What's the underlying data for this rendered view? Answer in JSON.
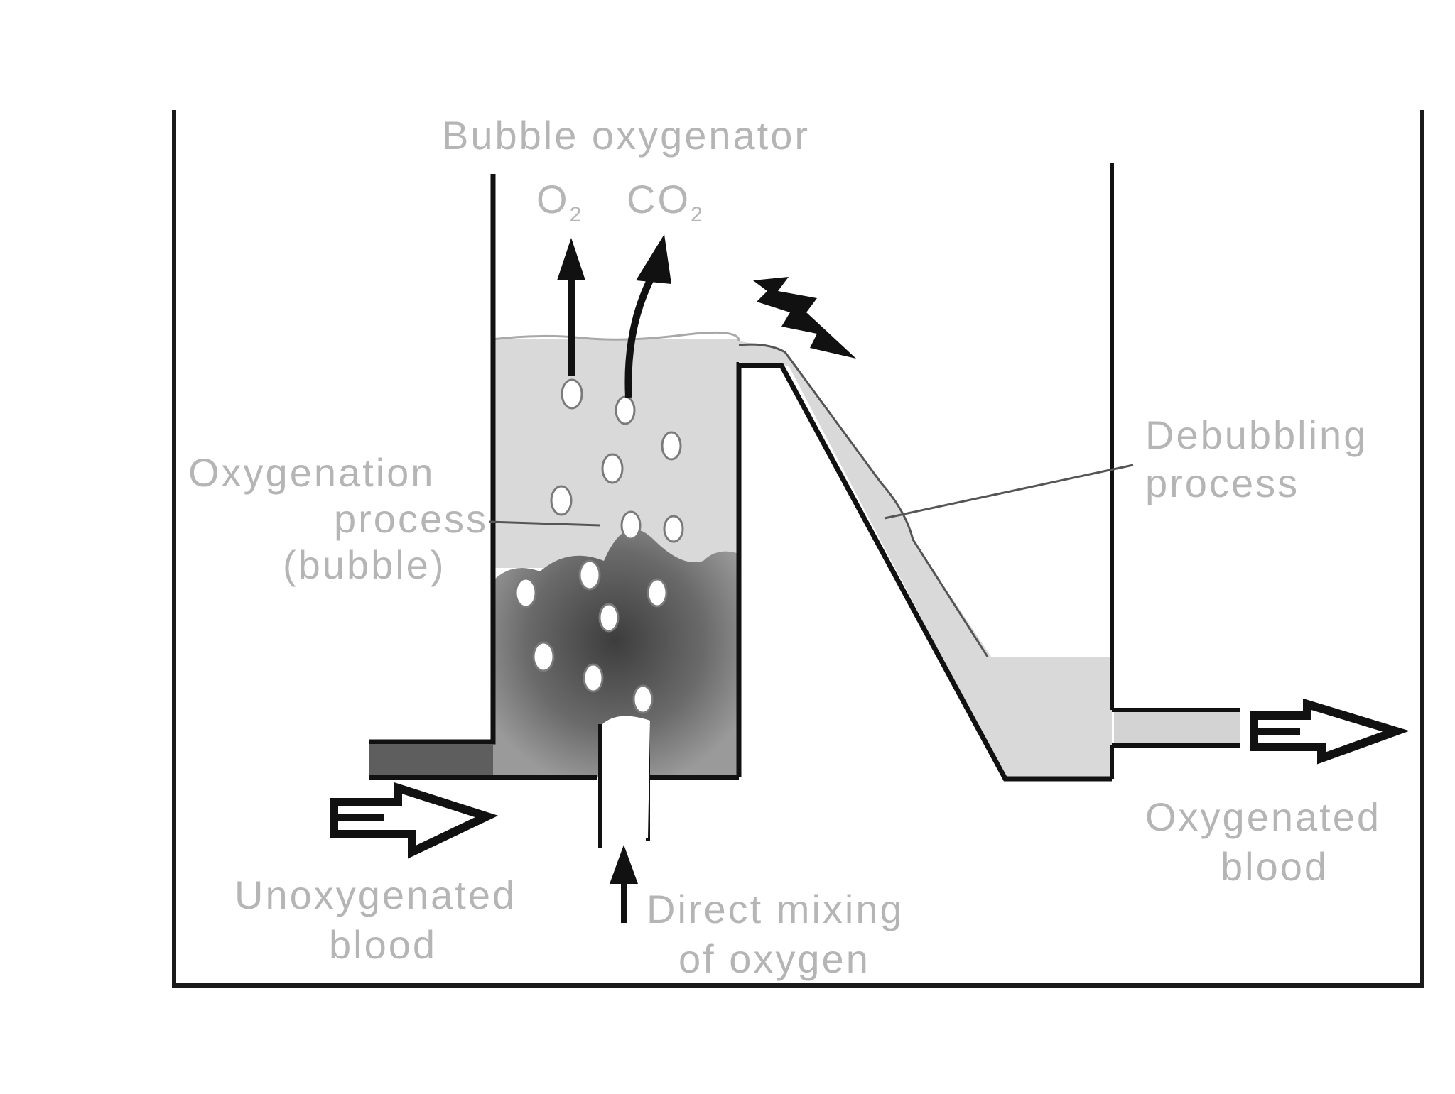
{
  "diagram": {
    "title": "Bubble oxygenator",
    "gas_o2": "O",
    "gas_o2_sub": "2",
    "gas_co2": "CO",
    "gas_co2_sub": "2",
    "label_oxygenation_1": "Oxygenation",
    "label_oxygenation_2": "process",
    "label_oxygenation_3": "(bubble)",
    "label_debubbling_1": "Debubbling",
    "label_debubbling_2": "process",
    "label_unoxy_1": "Unoxygenated",
    "label_unoxy_2": "blood",
    "label_mixing_1": "Direct mixing",
    "label_mixing_2": "of oxygen",
    "label_oxy_1": "Oxygenated",
    "label_oxy_2": "blood"
  },
  "colors": {
    "ink": "#111111",
    "label": "#b5b5b5",
    "light_blood": "#d8d8d8",
    "dark_blood": "#6e6e6e",
    "frame": "#1a1a1a"
  }
}
